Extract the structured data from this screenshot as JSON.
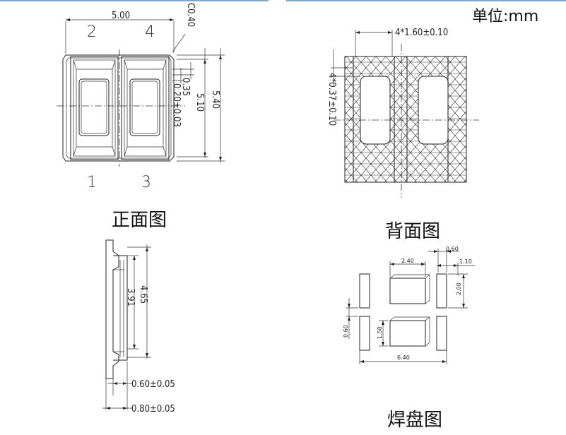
{
  "unit_label": "单位:mm",
  "front_view": {
    "title": "正面图",
    "pins": {
      "p2": "2",
      "p4": "4",
      "p1": "1",
      "p3": "3"
    },
    "dims": {
      "width": "5.00",
      "chamfer": "C0.40",
      "d035": "0.35",
      "d020": "0.20±0.03",
      "d510": "5.10",
      "d540": "5.40"
    }
  },
  "back_view": {
    "title": "背面图",
    "dims": {
      "pad_w": "4*1.60±0.10",
      "pad_gap": "4*0.37±0.10"
    }
  },
  "side_view": {
    "dims": {
      "d465": "4.65",
      "d391": "3.91",
      "d060": "0.60±0.05",
      "d080": "0.80±0.05"
    }
  },
  "pad_view": {
    "title": "焊盘图",
    "dims": {
      "d060t": "0.60",
      "d240": "2.40",
      "d110": "1.10",
      "d200": "2.00",
      "d060l": "0.60",
      "d150": "1.50",
      "d640": "6.40"
    }
  },
  "colors": {
    "line": "#222222",
    "header_rule": "#4a90c8"
  }
}
